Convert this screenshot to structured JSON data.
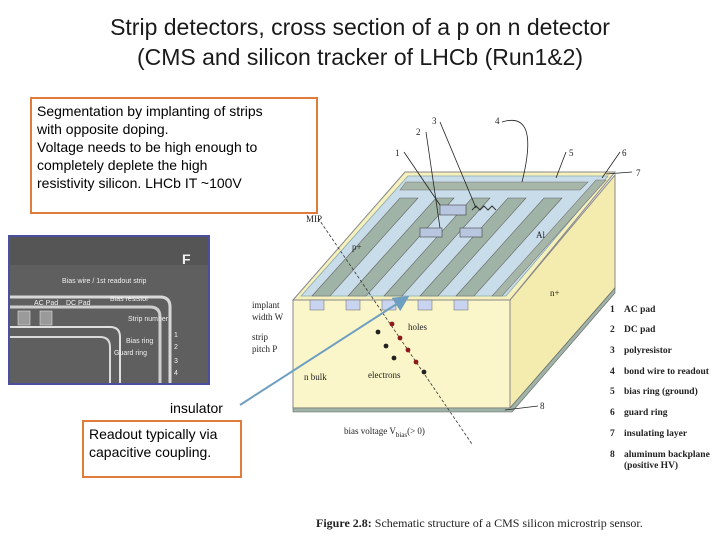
{
  "title": {
    "line1": "Strip detectors, cross section of a p on n detector",
    "line2": "(CMS and silicon tracker of LHCb (Run1&2)"
  },
  "callout_top": {
    "lines": [
      "Segmentation by implanting of strips",
      "with opposite doping.",
      "Voltage needs to be high enough to",
      "completely deplete the high",
      "resistivity silicon. LHCb IT ~100V"
    ]
  },
  "insulator_label": "insulator",
  "callout_bottom": {
    "lines": [
      "Readout typically via",
      "capacitive coupling."
    ]
  },
  "photo": {
    "labels": {
      "f": "F",
      "top_label": "Bias wire / 1st readout strip",
      "ac_pad": "AC Pad",
      "dc_pad": "DC Pad",
      "biasresistor": "Bias resistor",
      "strip_number": "Strip number",
      "biasring": "Bias ring",
      "guardring": "Guard ring"
    },
    "numbers": [
      "1",
      "2",
      "3",
      "4"
    ]
  },
  "diagram": {
    "numbers": [
      "1",
      "2",
      "3",
      "4",
      "5",
      "6",
      "7",
      "8"
    ],
    "labels": {
      "mip": "MIP",
      "p_plus": "p+",
      "al": "Al",
      "n_plus": "n+",
      "implant_width": "implant",
      "implant_width2": "width W",
      "strip_pitch": "strip",
      "strip_pitch2": "pitch P",
      "holes": "holes",
      "electrons": "electrons",
      "n_bulk": "n bulk",
      "bias_voltage": "bias voltage V",
      "bias_sub": "bias",
      "bias_gt": "(> 0)"
    },
    "legend": [
      {
        "num": "1",
        "text": "AC pad"
      },
      {
        "num": "2",
        "text": "DC pad"
      },
      {
        "num": "3",
        "text": "polyresistor"
      },
      {
        "num": "4",
        "text": "bond wire to readout"
      },
      {
        "num": "5",
        "text": "bias ring (ground)"
      },
      {
        "num": "6",
        "text": "guard ring"
      },
      {
        "num": "7",
        "text": "insulating layer"
      },
      {
        "num": "8",
        "text": "aluminum backplane"
      },
      {
        "num": "",
        "text": "(positive HV)"
      }
    ]
  },
  "caption": {
    "bold": "Figure 2.8:",
    "text": "Schematic structure of a CMS silicon microstrip sensor."
  },
  "colors": {
    "callout_border": "#e07b39",
    "bulk": "#fbf6c9",
    "strip": "#9fb3a6",
    "arrow": "#6f9fc0",
    "photo_frame": "#4a4fa0"
  }
}
